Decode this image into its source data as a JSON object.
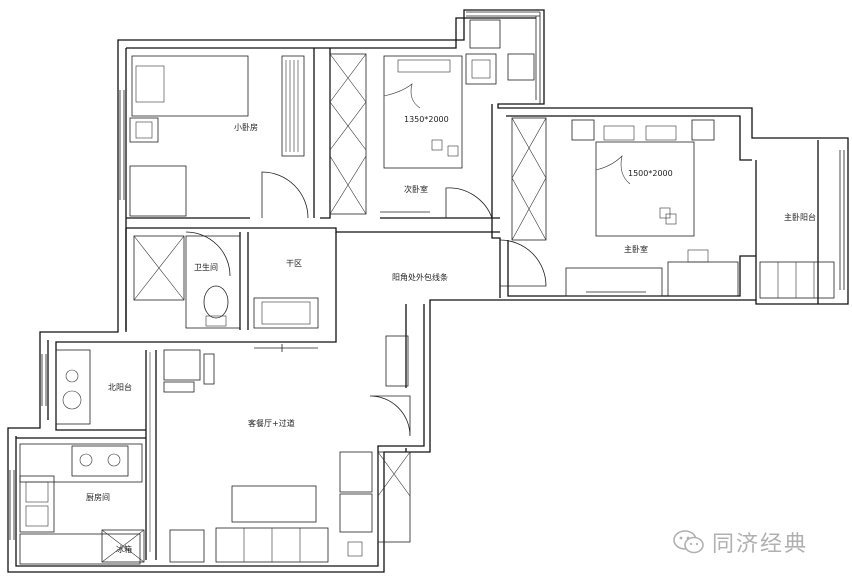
{
  "rooms": {
    "small_bedroom": "小卧房",
    "second_bedroom": "次卧室",
    "master_bedroom": "主卧室",
    "master_balcony": "主卧阳台",
    "bathroom": "卫生间",
    "dry_zone": "干区",
    "passage_note": "阳角处外包线条",
    "north_balcony": "北阳台",
    "living_dining": "客餐厅+过道",
    "kitchen": "厨房间",
    "fridge": "冰箱"
  },
  "dimensions": {
    "second_bed": "1350*2000",
    "master_bed": "1500*2000"
  },
  "watermark": {
    "text": "同济经典",
    "icon": "wechat-icon"
  }
}
